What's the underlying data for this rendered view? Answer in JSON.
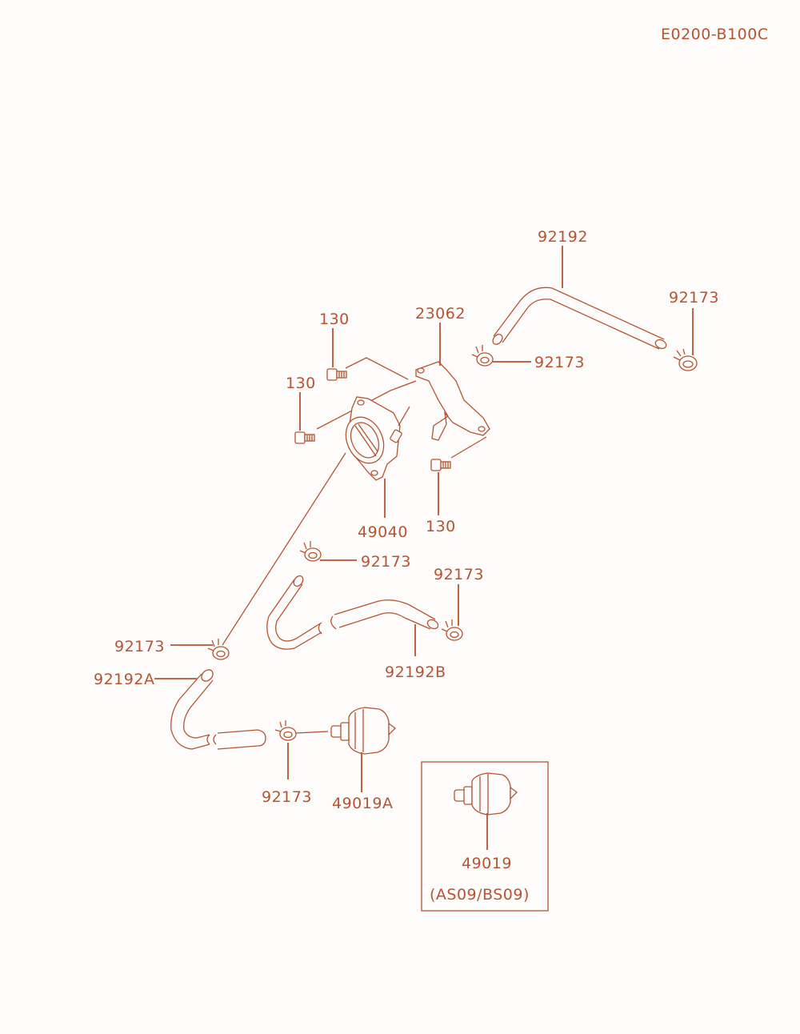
{
  "diagram_id": "E0200-B100C",
  "colors": {
    "line": "#b65431",
    "background": "#fdfcfa"
  },
  "labels": {
    "hose_top": "92192",
    "clamp_top_right": "92173",
    "bracket": "23062",
    "clamp_bracket": "92173",
    "bolt_top": "130",
    "bolt_left": "130",
    "bolt_right": "130",
    "fuel_pump": "49040",
    "clamp_mid": "92173",
    "clamp_mid_right": "92173",
    "clamp_left": "92173",
    "hose_b": "92192B",
    "hose_a": "92192A",
    "clamp_bottom": "92173",
    "filter_a": "49019A",
    "filter_inset": "49019",
    "inset_note": "(AS09/BS09)"
  },
  "icons": [
    "bolt-icon",
    "hose-clamp-icon",
    "fuel-pump-icon",
    "fuel-filter-icon",
    "bracket-icon",
    "fuel-hose-icon"
  ]
}
